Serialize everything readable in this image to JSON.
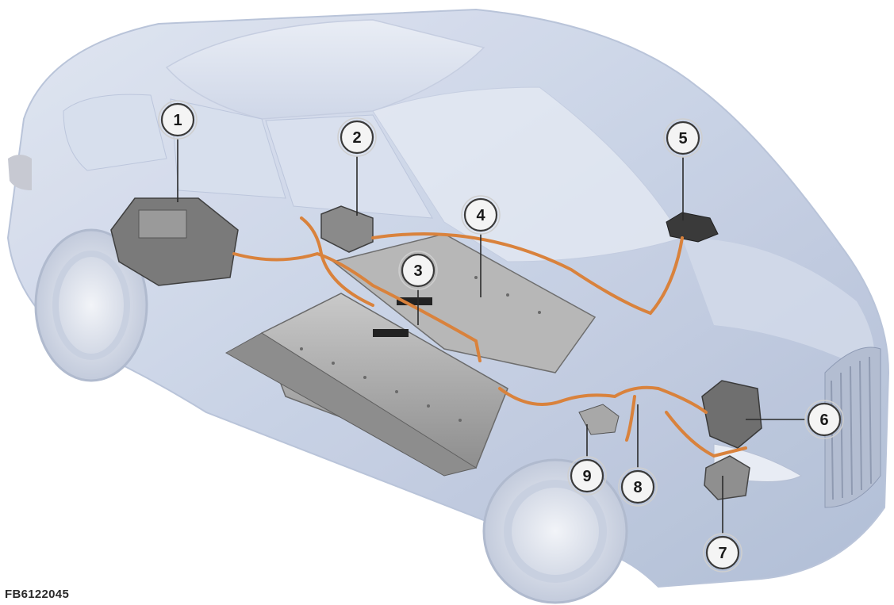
{
  "figure": {
    "reference_code": "FB6122045"
  },
  "callouts": [
    {
      "label": "1"
    },
    {
      "label": "2"
    },
    {
      "label": "3"
    },
    {
      "label": "4"
    },
    {
      "label": "5"
    },
    {
      "label": "6"
    },
    {
      "label": "7"
    },
    {
      "label": "8"
    },
    {
      "label": "9"
    }
  ],
  "colors": {
    "body_tint": "#c9d3e6",
    "body_shade": "#a9b6d0",
    "cable_orange": "#d9823c",
    "battery_grey": "#9a9a9a",
    "component_dark": "#5a5a5a"
  }
}
